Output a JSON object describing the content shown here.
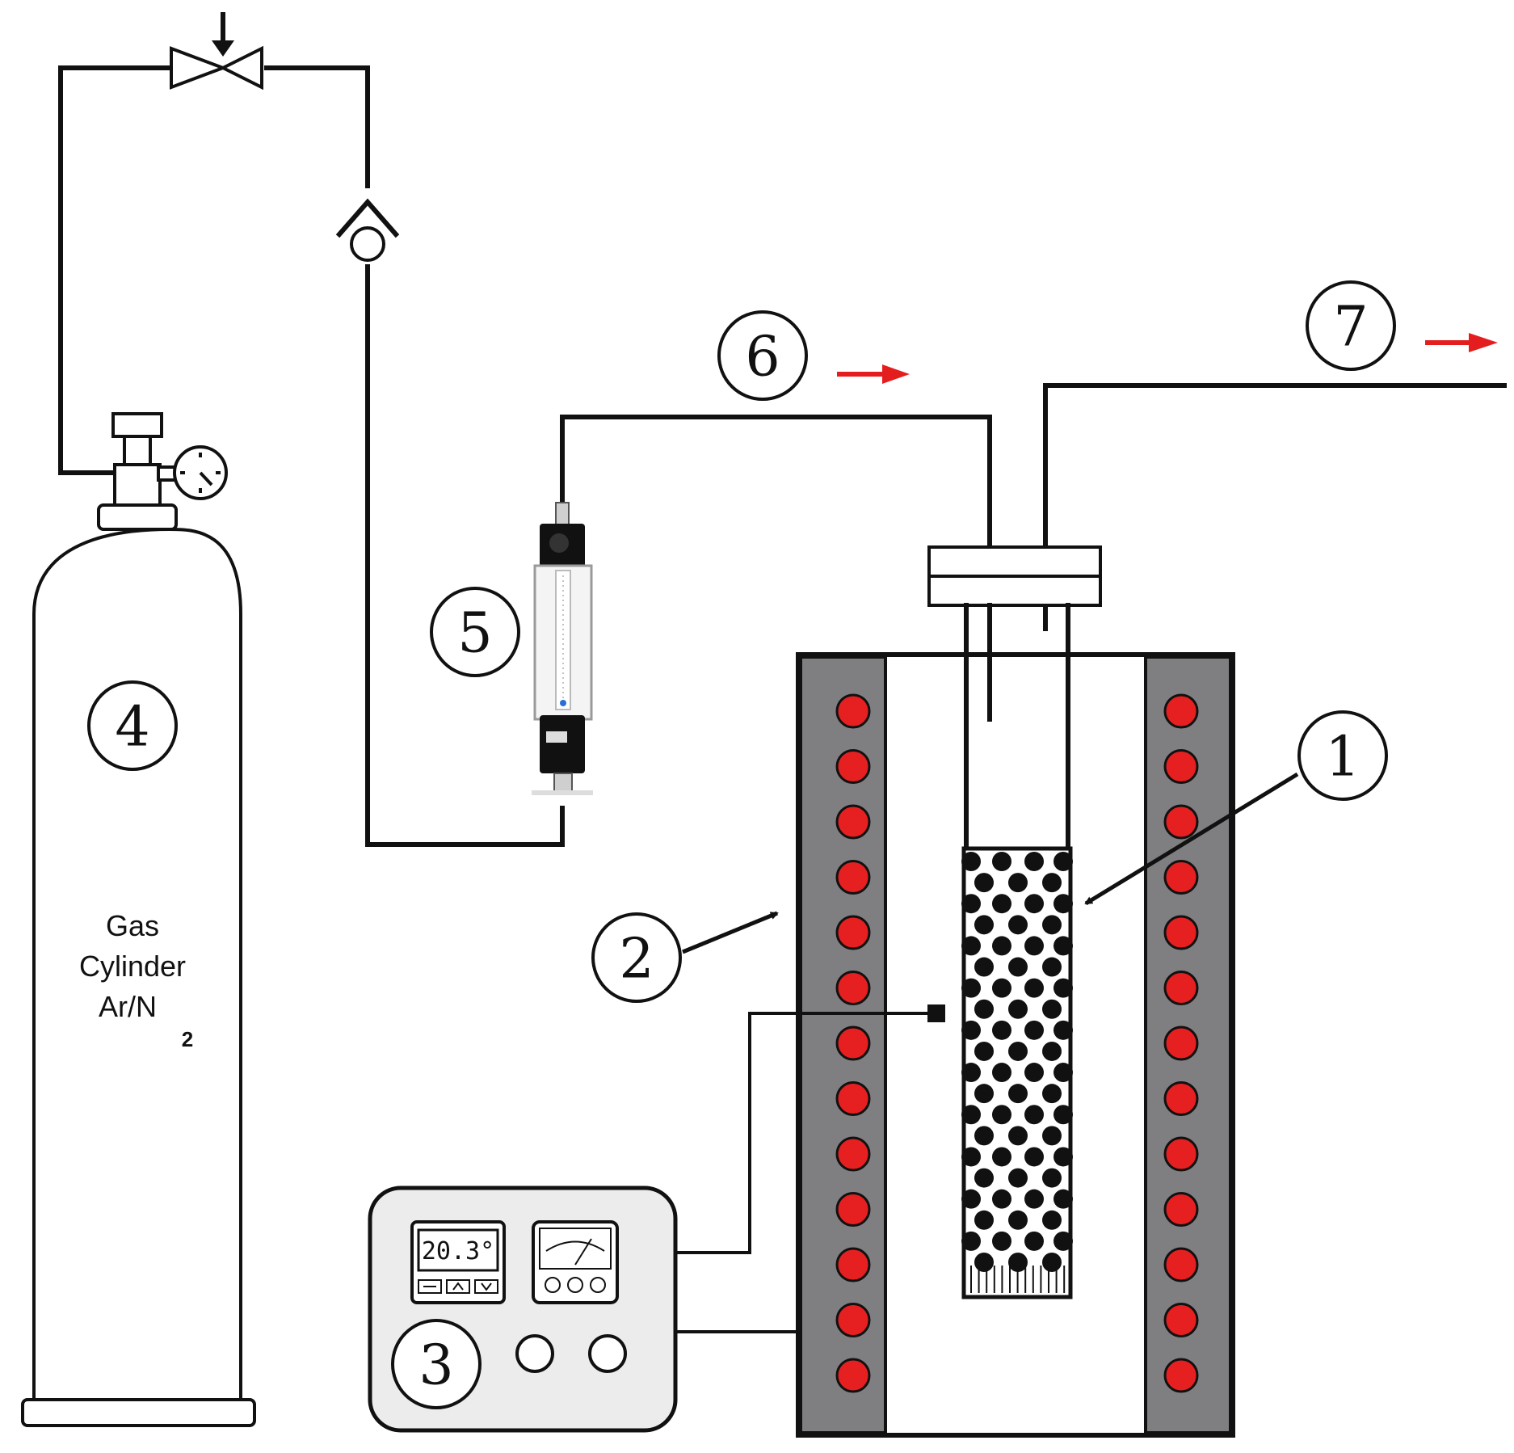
{
  "cylinder": {
    "line1": "Gas",
    "line2": "Cylinder",
    "line3": "Ar/N",
    "subscript": "2"
  },
  "controller": {
    "temperature_readout": "20.3°"
  },
  "callouts": [
    {
      "id": "1",
      "label": "1"
    },
    {
      "id": "2",
      "label": "2"
    },
    {
      "id": "3",
      "label": "3"
    },
    {
      "id": "4",
      "label": "4"
    },
    {
      "id": "5",
      "label": "5"
    },
    {
      "id": "6",
      "label": "6"
    },
    {
      "id": "7",
      "label": "7"
    }
  ],
  "colors": {
    "line": "#111111",
    "furnace_wall": "#7f7f82",
    "heater": "#e62020",
    "flow_arrow": "#e41e1e",
    "panel": "#ececec"
  }
}
